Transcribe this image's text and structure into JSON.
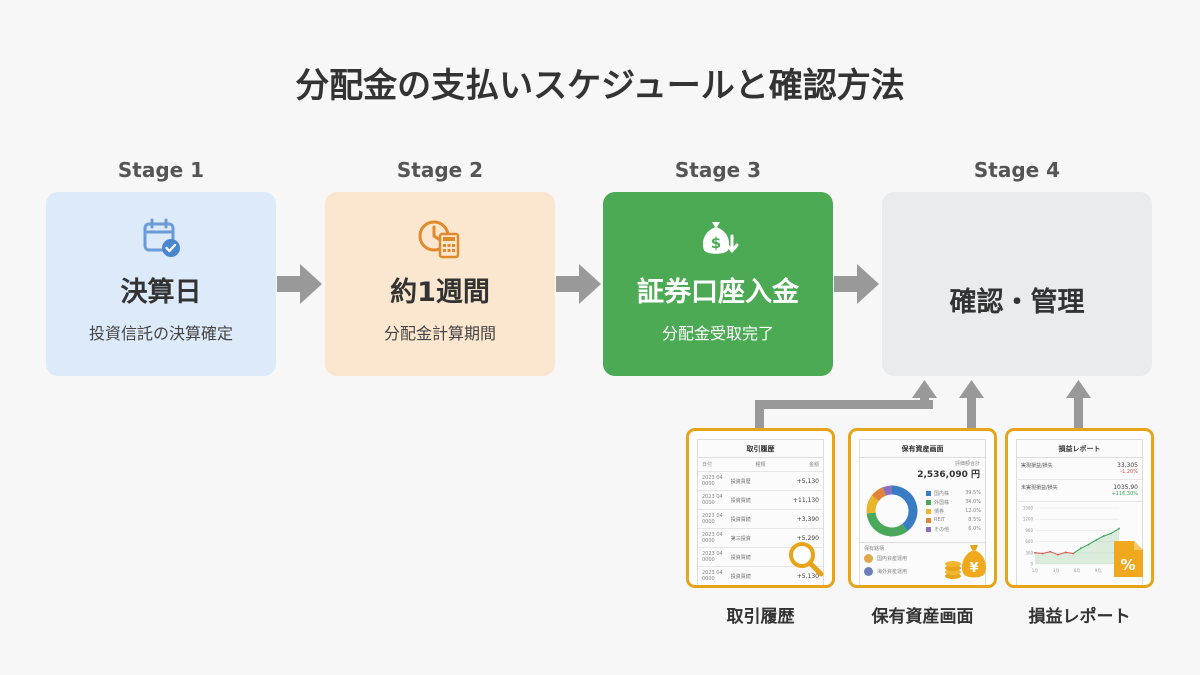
{
  "title": "分配金の支払いスケジュールと確認方法",
  "stages": [
    {
      "label": "Stage 1",
      "main": "決算日",
      "sub": "投資信託の決算確定",
      "icon": "calendar-check-icon"
    },
    {
      "label": "Stage 2",
      "main": "約1週間",
      "sub": "分配金計算期間",
      "icon": "clock-calculator-icon"
    },
    {
      "label": "Stage 3",
      "main": "証券口座入金",
      "sub": "分配金受取完了",
      "icon": "money-bag-download-icon"
    },
    {
      "label": "Stage 4",
      "main": "確認・管理",
      "sub": "",
      "icon": ""
    }
  ],
  "screens": [
    {
      "label": "取引履歴",
      "title": "取引履歴",
      "icon": "magnifier-icon",
      "header": {
        "col1": "日付",
        "col2": "種類",
        "col3": "金額"
      },
      "rows": [
        {
          "date": "2023 04",
          "sub": "0000",
          "name": "投資買歴",
          "amount": "+5,130"
        },
        {
          "date": "2023 04",
          "sub": "0000",
          "name": "投資買続",
          "amount": "+11,130"
        },
        {
          "date": "2023 04",
          "sub": "0000",
          "name": "投資買続",
          "amount": "+3,390"
        },
        {
          "date": "2023 04",
          "sub": "0000",
          "name": "第三投資",
          "amount": "+5,290"
        },
        {
          "date": "2023 04",
          "sub": "0000",
          "name": "投資買続",
          "amount": ""
        },
        {
          "date": "2023 04",
          "sub": "0000",
          "name": "投資買続",
          "amount": "+5,130"
        }
      ]
    },
    {
      "label": "保有資産画面",
      "title": "保有資産画面",
      "icon": "yen-coins-icon",
      "caption": "評価額合計",
      "total": "2,536,090 円",
      "legend": [
        {
          "name": "国内株",
          "value": "39.5%",
          "color": "#3a7cc3"
        },
        {
          "name": "外国株",
          "value": "34.0%",
          "color": "#49a85a"
        },
        {
          "name": "債券",
          "value": "12.0%",
          "color": "#e7b62a"
        },
        {
          "name": "REIT",
          "value": "8.5%",
          "color": "#e0843a"
        },
        {
          "name": "その他",
          "value": "6.0%",
          "color": "#8a6fc0"
        }
      ],
      "list_title": "保有銘柄",
      "holdings": [
        "国内資産運用",
        "海外資産運用"
      ]
    },
    {
      "label": "損益レポート",
      "title": "損益レポート",
      "icon": "percent-document-icon",
      "stats": [
        {
          "name": "実現損益/損失",
          "value": "33,305",
          "delta": "-1.20%",
          "delta_color": "#d9534f"
        },
        {
          "name": "未実現損益/損失",
          "value": "1035,90",
          "delta": "+116,30%",
          "delta_color": "#3aa35a"
        }
      ],
      "y_ticks": [
        "1500",
        "1200",
        "900",
        "600",
        "300",
        "0"
      ],
      "x_ticks": [
        "1月",
        "3月",
        "6月",
        "9月",
        "12月"
      ],
      "chart_data": {
        "type": "line",
        "x": [
          "1月",
          "2月",
          "3月",
          "4月",
          "5月",
          "6月",
          "7月",
          "8月",
          "9月",
          "10月",
          "11月",
          "12月"
        ],
        "series": [
          {
            "values": [
              300,
              280,
              330,
              250,
              310,
              280,
              420,
              520,
              640,
              750,
              820,
              950
            ]
          }
        ],
        "ylim": [
          0,
          1500
        ]
      }
    }
  ]
}
